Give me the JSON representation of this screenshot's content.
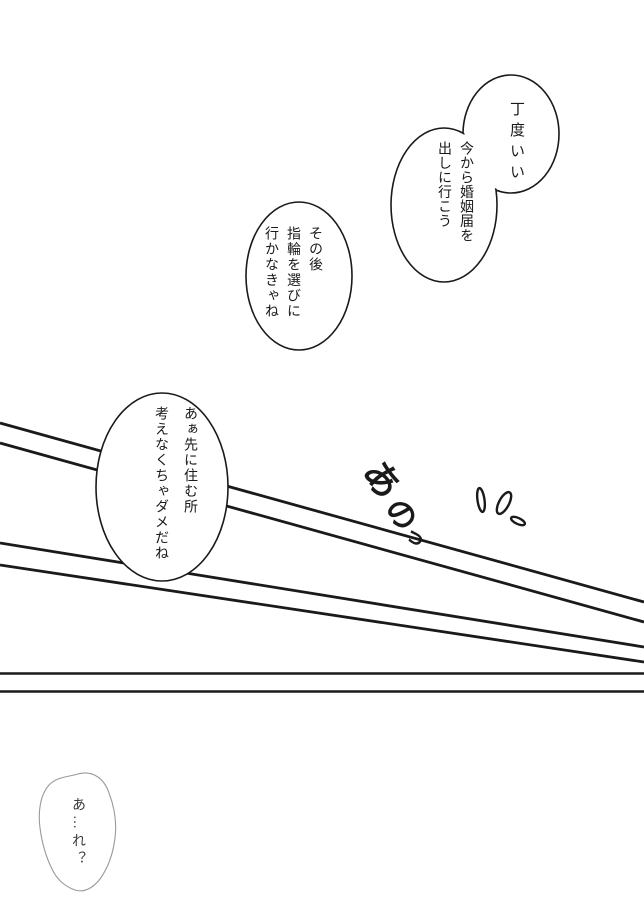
{
  "colors": {
    "ink": "#1a1a1a",
    "weak_bubble_stroke": "#9a9a9a",
    "weak_text": "#3a3a3a",
    "background": "#ffffff"
  },
  "speech": {
    "bubble_just_right": {
      "text": "丁度いい"
    },
    "bubble_marriage_registration": {
      "text": "今から婚姻届を\n出しに行こう"
    },
    "bubble_ring": {
      "text": "その後\n指輪を選びに\n行かなきゃね"
    },
    "bubble_housing": {
      "text": "あぁ先に住む所\n考えなくちゃダメだね"
    },
    "bubble_confused": {
      "text": "あ…れ？"
    }
  },
  "handwritten_interjection": {
    "char_1": "あ",
    "char_2": "の",
    "char_3": "っ"
  }
}
